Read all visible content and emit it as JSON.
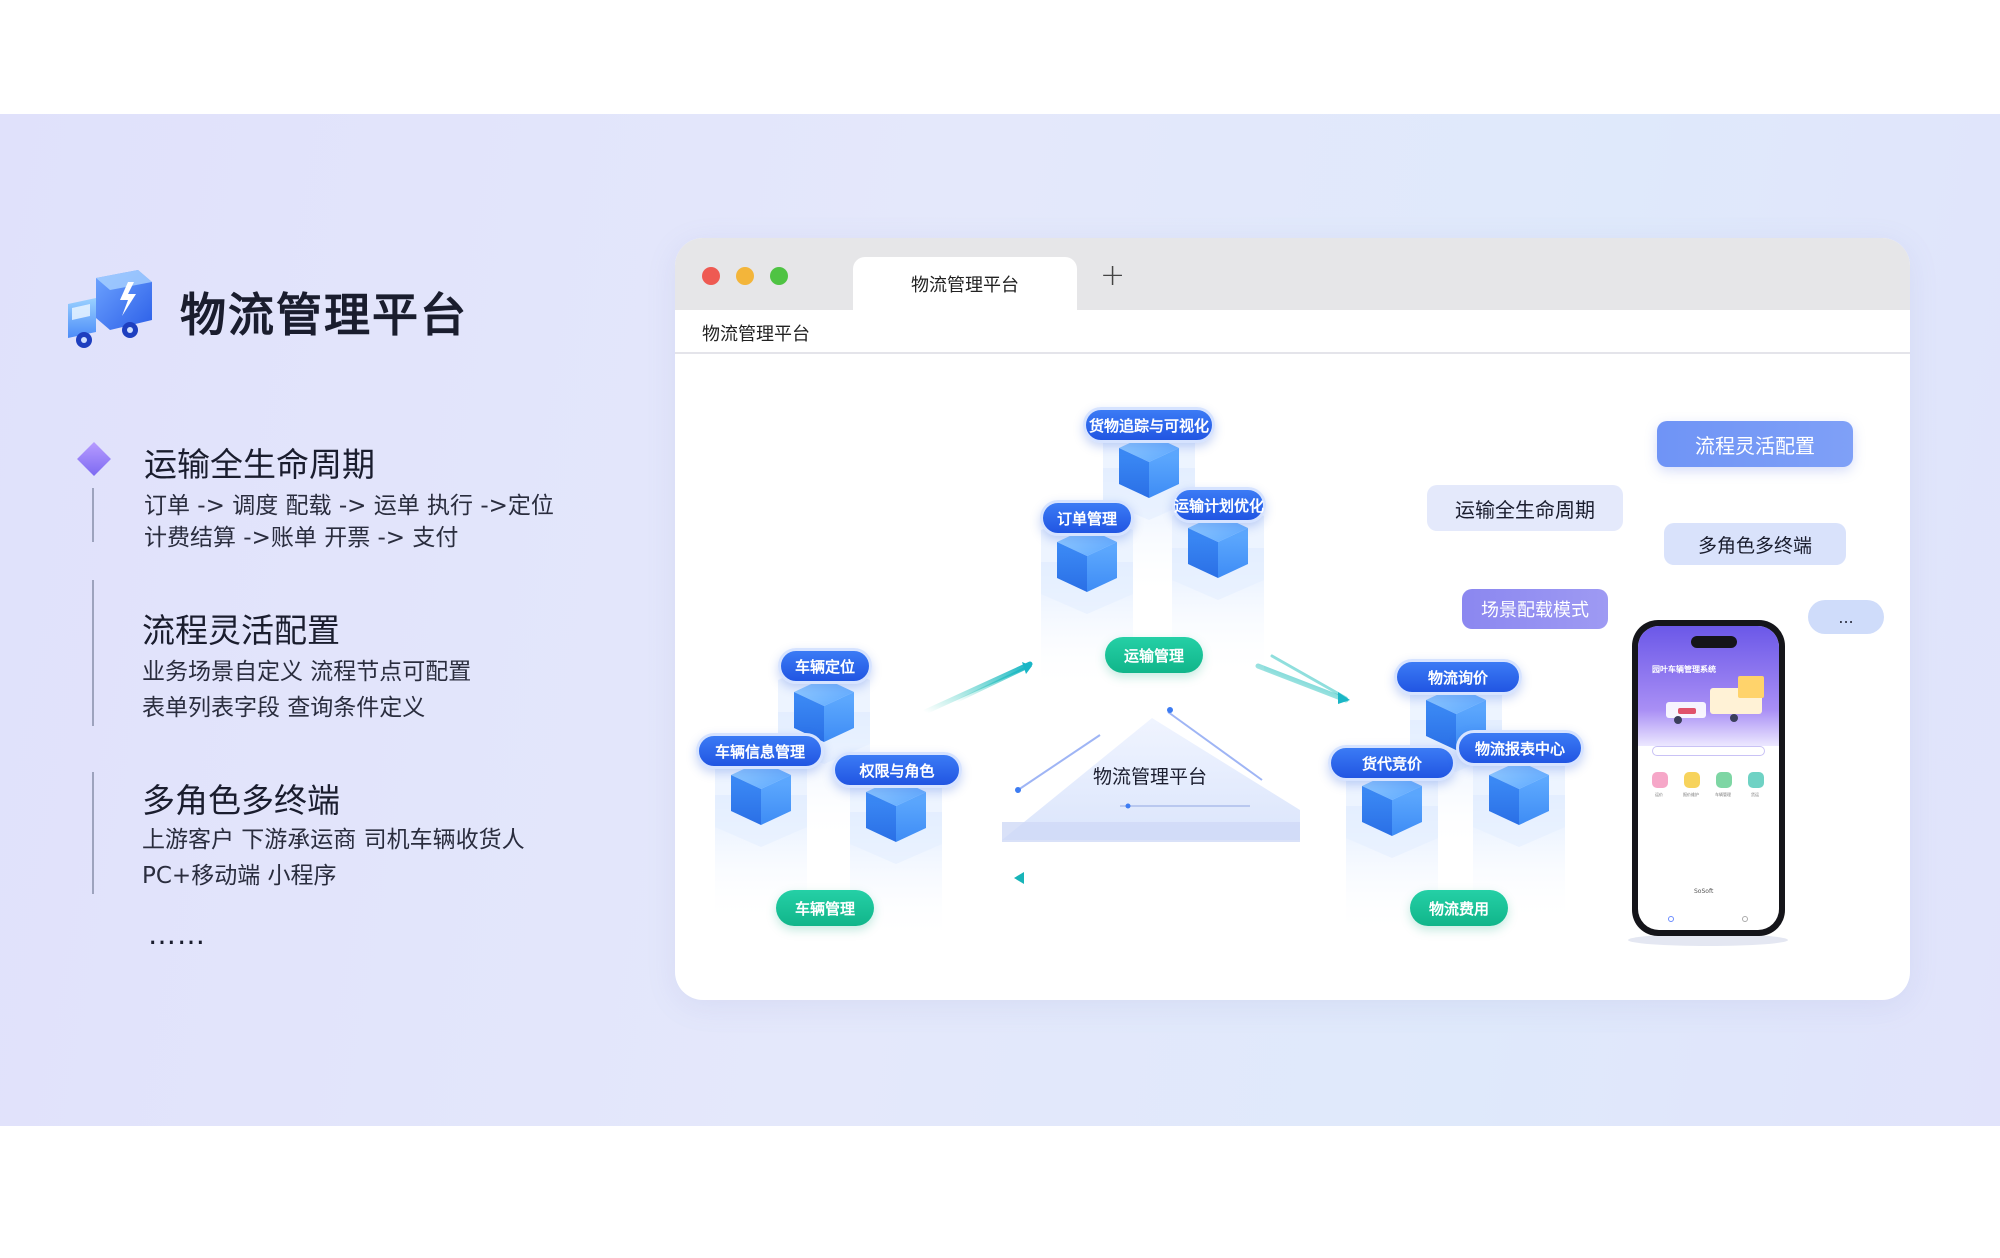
{
  "brand": {
    "title": "物流管理平台",
    "icon": "delivery-truck-icon"
  },
  "features": [
    {
      "title": "运输全生命周期",
      "lines": [
        "订单 -> 调度 配载 -> 运单  执行 ->定位",
        "计费结算 ->账单  开票 -> 支付"
      ]
    },
    {
      "title": "流程灵活配置",
      "lines": [
        "业务场景自定义 流程节点可配置",
        "表单列表字段 查询条件定义"
      ]
    },
    {
      "title": "多角色多终端",
      "lines": [
        "上游客户  下游承运商  司机车辆收货人",
        "PC+移动端  小程序"
      ]
    }
  ],
  "more": "……",
  "browser": {
    "tab_label": "物流管理平台",
    "new_tab_icon": "plus-icon",
    "address": "物流管理平台",
    "traffic_lights": [
      "#ee5a52",
      "#f3b53a",
      "#4fc343"
    ]
  },
  "diagram": {
    "center_label": "物流管理平台",
    "groups": [
      {
        "name": "运输管理",
        "modules": [
          "货物追踪与可视化",
          "订单管理",
          "运输计划优化"
        ]
      },
      {
        "name": "车辆管理",
        "modules": [
          "车辆定位",
          "车辆信息管理",
          "权限与角色"
        ]
      },
      {
        "name": "物流费用",
        "modules": [
          "物流询价",
          "货代竞价",
          "物流报表中心"
        ]
      }
    ],
    "tags": [
      "流程灵活配置",
      "运输全生命周期",
      "多角色多终端",
      "场景配载模式",
      "..."
    ]
  },
  "phone": {
    "title": "园叶车辆管理系统",
    "apps": [
      "运价",
      "报价维护",
      "车辆管理",
      "货运"
    ],
    "brand": "SoSoft",
    "colors": {
      "accent": "#6b58e8"
    }
  }
}
